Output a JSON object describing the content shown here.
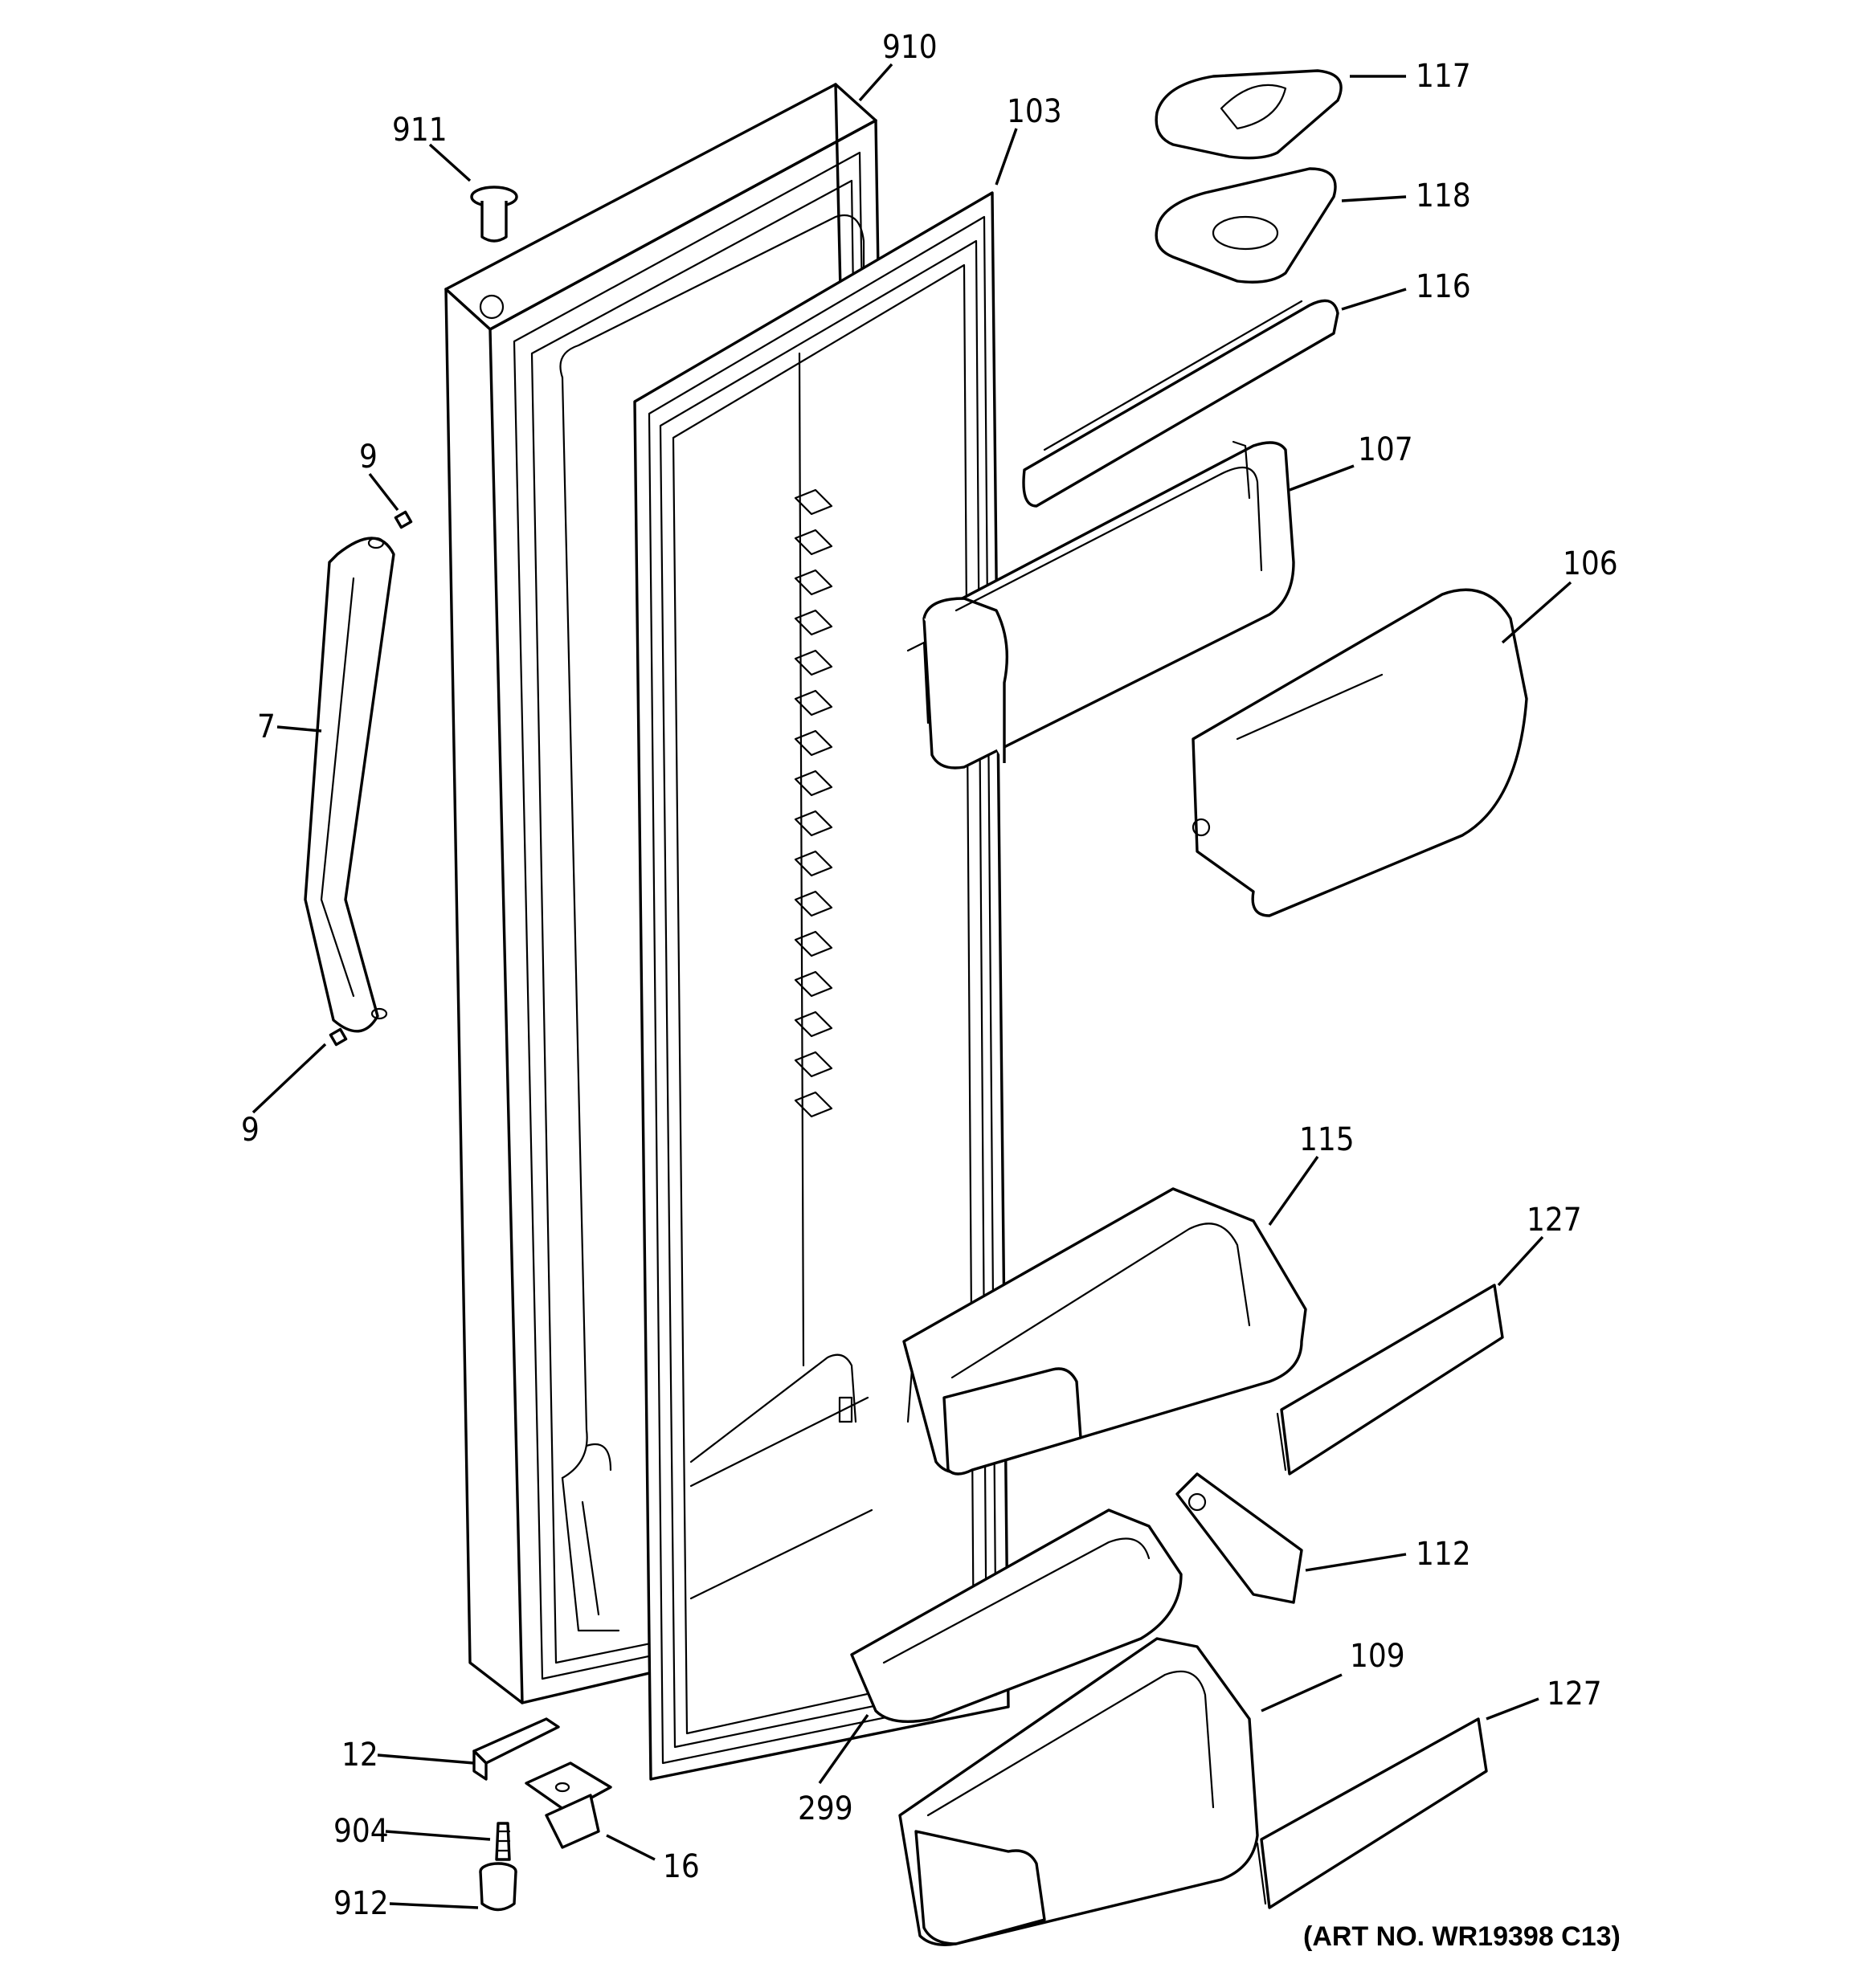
{
  "labels": {
    "p910": "910",
    "p911": "911",
    "p103": "103",
    "p117": "117",
    "p118": "118",
    "p116": "116",
    "p107": "107",
    "p106": "106",
    "p9a": "9",
    "p7": "7",
    "p9b": "9",
    "p115": "115",
    "p127a": "127",
    "p112": "112",
    "p109": "109",
    "p127b": "127",
    "p299": "299",
    "p12": "12",
    "p904": "904",
    "p16": "16",
    "p912": "912"
  },
  "art_number": "(ART NO. WR19398 C13)"
}
